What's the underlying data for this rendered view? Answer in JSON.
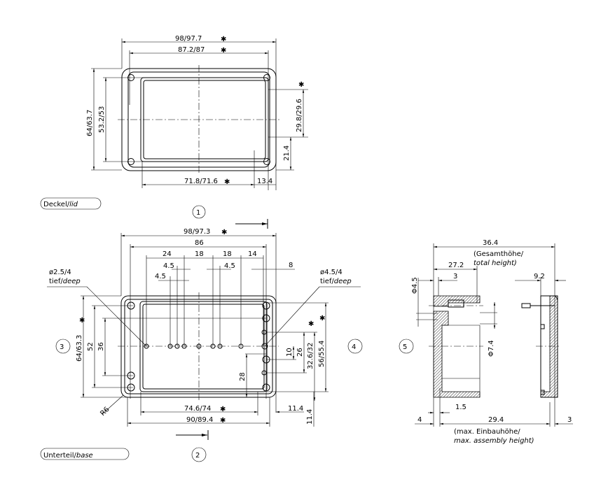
{
  "lid": {
    "label": "Deckel/",
    "label_en": "lid",
    "view_number": "1",
    "dims": {
      "outer_width": "98/97.7",
      "inner_width": "87.2/87",
      "outer_height": "64/63.7",
      "inner_height": "53.2/53",
      "right_span": "29.8/29.6",
      "right_lower": "21.4",
      "bottom_width": "71.8/71.6",
      "bottom_right": "13.4"
    },
    "mark": "✱"
  },
  "base": {
    "label": "Unterteil/",
    "label_en": "base",
    "view_number_bottom": "2",
    "view_number_left": "3",
    "view_number_right": "4",
    "dims": {
      "outer_width": "98/97.3",
      "width_86": "86",
      "d24": "24",
      "d18a": "18",
      "d18b": "18",
      "d14": "14",
      "d4_5a": "4.5",
      "d4_5b": "4.5",
      "d4_5c": "4.5",
      "d8": "8",
      "outer_height": "64/63.3",
      "h52": "52",
      "h36": "36",
      "h28": "28",
      "h10": "10",
      "h26": "26",
      "h32": "32.6/32",
      "h56": "56/55.4",
      "bottom_inner": "74.6/74",
      "bottom_outer": "90/89.4",
      "d11_4a": "11.4",
      "d11_4b": "11.4",
      "radius": "R6"
    },
    "hole_left": {
      "line1": "ø2.5/4",
      "line2": "tief/",
      "line2_en": "deep"
    },
    "hole_right": {
      "line1": "ø4.5/4",
      "line2": "tief/",
      "line2_en": "deep"
    }
  },
  "section": {
    "view_number": "5",
    "dims": {
      "total": "36.4",
      "total_note1": "(Gesamthöhe/",
      "total_note2": "total height)",
      "d27_2": "27.2",
      "d3a": "3",
      "d9_2": "9.2",
      "phi4_5": "Φ4.5",
      "phi7_4": "Φ7.4",
      "d1_5": "1.5",
      "d4": "4",
      "d29_4": "29.4",
      "d3b": "3",
      "assembly_note1": "(max. Einbauhöhe/",
      "assembly_note2": "max. assembly height)"
    }
  }
}
